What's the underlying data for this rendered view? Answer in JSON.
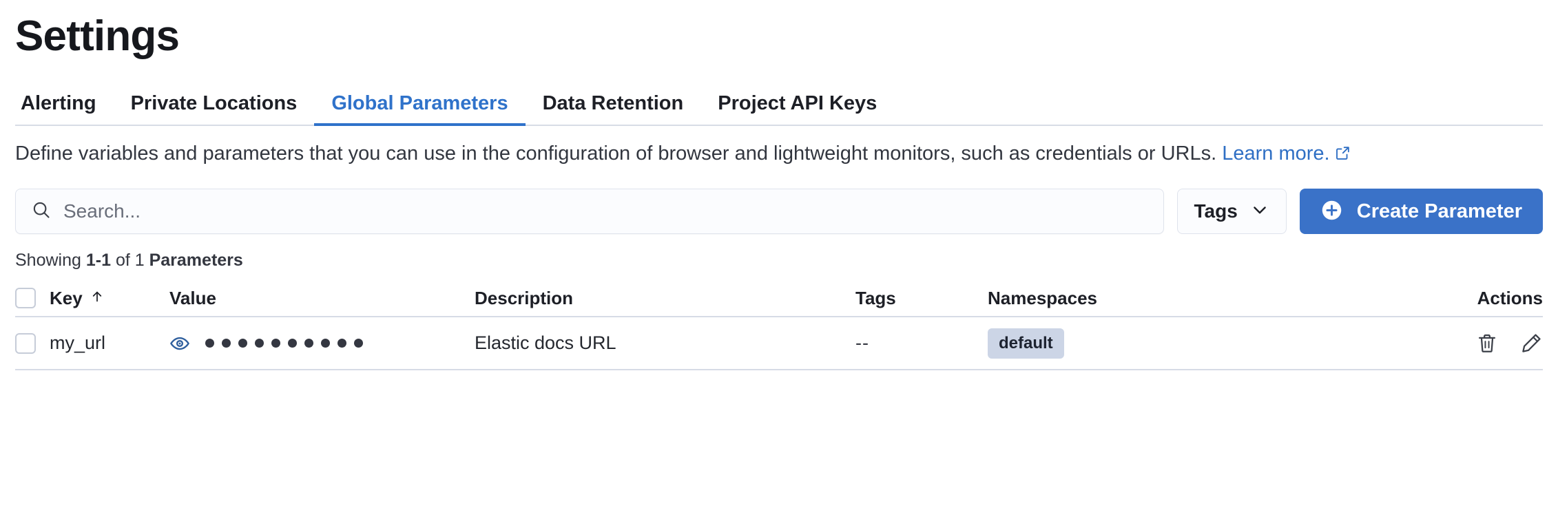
{
  "page": {
    "title": "Settings"
  },
  "tabs": [
    {
      "label": "Alerting",
      "active": false
    },
    {
      "label": "Private Locations",
      "active": false
    },
    {
      "label": "Global Parameters",
      "active": true
    },
    {
      "label": "Data Retention",
      "active": false
    },
    {
      "label": "Project API Keys",
      "active": false
    }
  ],
  "description": {
    "text": "Define variables and parameters that you can use in the configuration of browser and lightweight monitors, such as credentials or URLs.",
    "link_text": "Learn more.",
    "link_icon": "external-link-icon"
  },
  "controls": {
    "search": {
      "placeholder": "Search...",
      "value": "",
      "icon": "search-icon"
    },
    "tags_filter": {
      "label": "Tags",
      "icon": "chevron-down-icon"
    },
    "create_button": {
      "label": "Create Parameter",
      "icon": "plus-circle-icon"
    }
  },
  "results": {
    "prefix": "Showing ",
    "range": "1-1",
    "middle": " of 1 ",
    "entity": "Parameters"
  },
  "table": {
    "columns": [
      {
        "label": "Key",
        "sort": "ascending",
        "sort_icon": "arrow-up-icon"
      },
      {
        "label": "Value"
      },
      {
        "label": "Description"
      },
      {
        "label": "Tags"
      },
      {
        "label": "Namespaces"
      },
      {
        "label": "Actions"
      }
    ],
    "rows": [
      {
        "selected": false,
        "key": "my_url",
        "value_masked_dots": 10,
        "value_toggle_icon": "eye-icon",
        "description": "Elastic docs URL",
        "tags": "--",
        "namespaces": [
          "default"
        ],
        "actions": [
          "trash-icon",
          "pencil-icon"
        ]
      }
    ]
  },
  "colors": {
    "accent_blue": "#3a72c8",
    "tab_active": "#2f72ca",
    "link": "#2f6fc4",
    "badge_bg": "#ccd5e6",
    "border": "#d6dbe6",
    "text": "#1d1f26"
  }
}
